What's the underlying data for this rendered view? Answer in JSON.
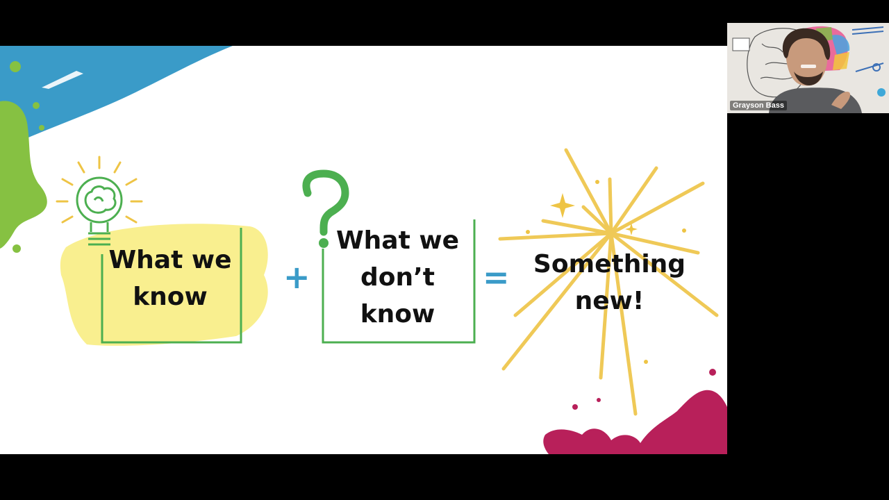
{
  "slide": {
    "box1": {
      "line1": "What we",
      "line2": "know"
    },
    "operator_plus": "+",
    "box2": {
      "line1": "What we",
      "line2": "don’t",
      "line3": "know"
    },
    "operator_equals": "=",
    "result": {
      "line1": "Something",
      "line2": "new!"
    }
  },
  "video": {
    "participant_name": "Grayson Bass"
  },
  "colors": {
    "green": "#4caf50",
    "blue": "#3a9bc8",
    "yellow": "#f7e96a",
    "gold": "#eec445",
    "magenta": "#b8205a",
    "lime": "#86c142"
  }
}
